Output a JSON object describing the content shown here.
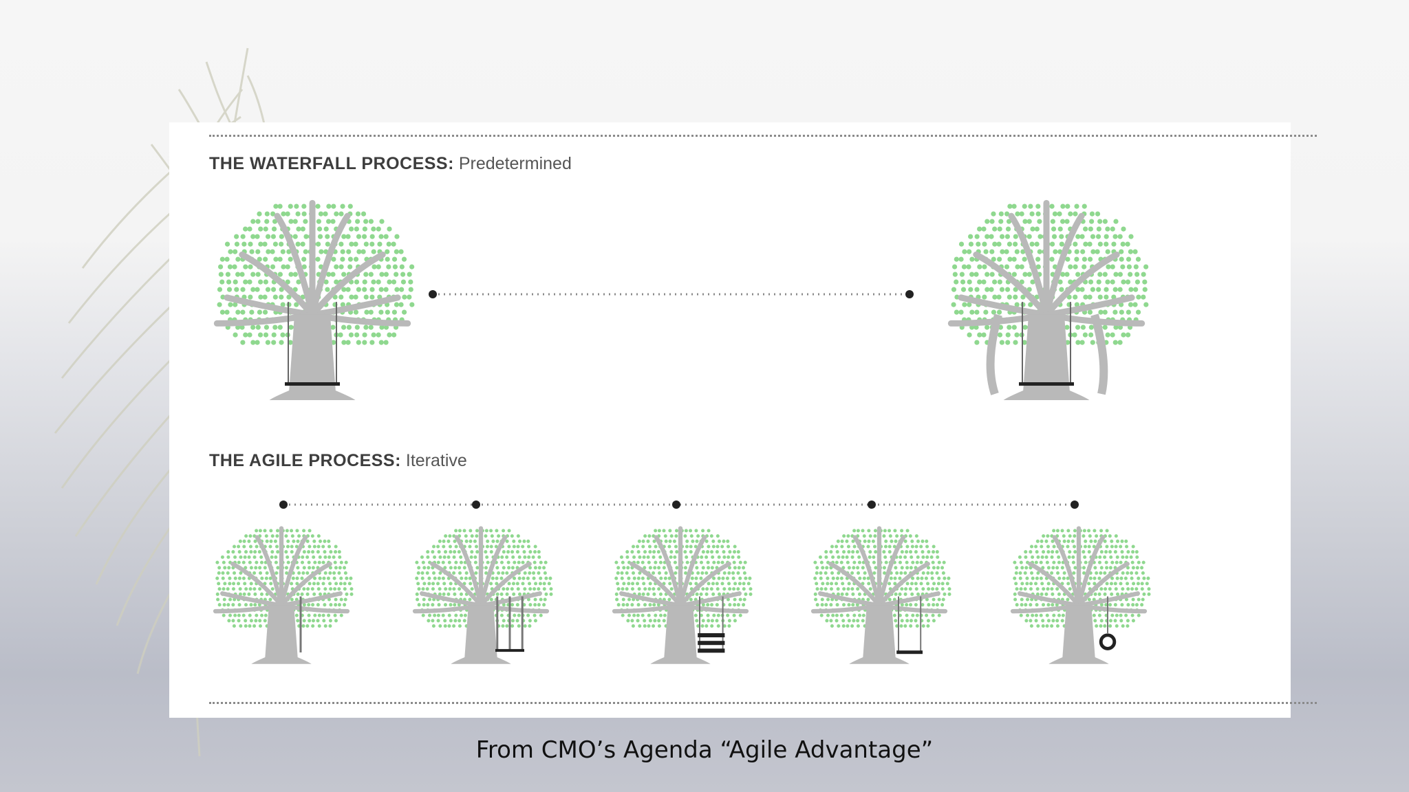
{
  "waterfall": {
    "heading_bold": "THE WATERFALL PROCESS:",
    "heading_light": "Predetermined",
    "trees": [
      {
        "variant": "simple-swing"
      },
      {
        "variant": "elaborate-swing"
      }
    ]
  },
  "agile": {
    "heading_bold": "THE AGILE PROCESS:",
    "heading_light": "Iterative",
    "trees": [
      {
        "variant": "rope"
      },
      {
        "variant": "double-rope"
      },
      {
        "variant": "ladder"
      },
      {
        "variant": "swing"
      },
      {
        "variant": "tire-swing"
      }
    ]
  },
  "caption": "From CMO’s Agenda “Agile Advantage”",
  "colors": {
    "trunk": "#b9b9b9",
    "leaf": "#8fd88f",
    "dot_line": "#8a8a8a",
    "node": "#222222"
  }
}
